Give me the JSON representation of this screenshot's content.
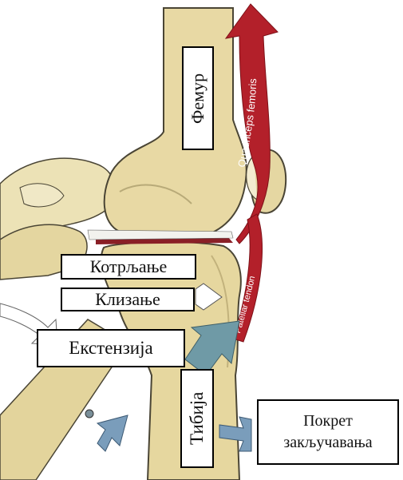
{
  "labels": {
    "femur": "Фемур",
    "rolling": "Котрљање",
    "gliding": "Клизање",
    "extension": "Екстензија",
    "tibia": "Тибија",
    "locking": "Покрет закључавања"
  },
  "muscles": {
    "quadriceps": "Quadriceps femoris",
    "patellar_tendon": "Patellar tendon"
  },
  "colors": {
    "bone": "#e8d9a4",
    "bone_outline": "#4a4535",
    "muscle": "#b3202a",
    "arrow_white": "#ffffff",
    "arrow_teal": "#6f9aa6",
    "arrow_blue": "#7a9dbb"
  }
}
